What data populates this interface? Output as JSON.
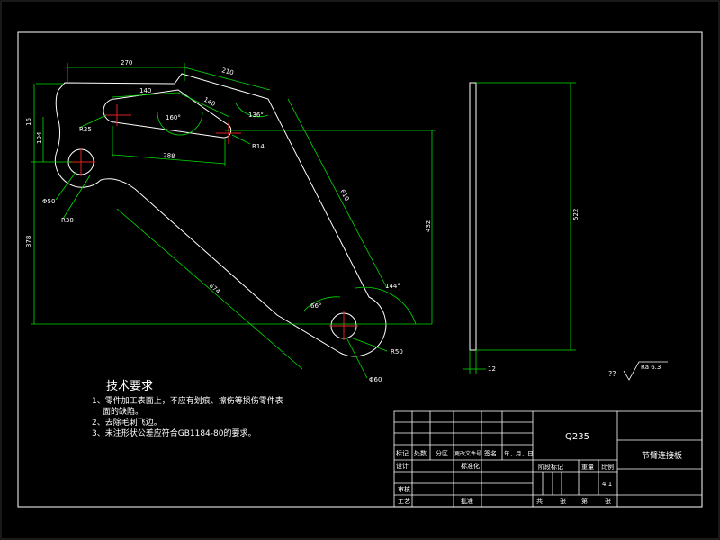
{
  "drawing": {
    "material": "Q235",
    "part_name": "一节臂连接板",
    "scale": "4:1",
    "surface_finish": "Ra 6.3",
    "surface_note": "??"
  },
  "tech_req": {
    "title": "技术要求",
    "items": [
      "1、零件加工表面上，不应有划痕、擦伤等损伤零件表",
      "面的缺陷。",
      "2、去除毛刺飞边。",
      "3、未注形状公差应符合GB1184-80的要求。"
    ]
  },
  "dims": {
    "d270": "270",
    "d210": "210",
    "d140a": "140",
    "d140b": "140",
    "d288": "288",
    "a160": "160°",
    "a136": "136°",
    "r25": "R25",
    "r14": "R14",
    "d16": "16",
    "d104": "104",
    "d378": "378",
    "d50": "Φ50",
    "r38": "R38",
    "d674": "674",
    "a66": "66°",
    "d610": "610",
    "a144": "144°",
    "d432": "432",
    "r50": "R50",
    "d60": "Φ60",
    "d522": "522",
    "d12": "12"
  },
  "title_block": {
    "row_labels": [
      "标记",
      "处数",
      "分区",
      "更改文件号",
      "签名",
      "年、月、日"
    ],
    "designer": "设计",
    "standardize": "标准化",
    "stage_mark": "阶段标记",
    "weight": "重量",
    "scale_label": "比例",
    "review": "审核",
    "process": "工艺",
    "approve": "批准",
    "sheets": [
      "共",
      "张",
      "第",
      "张"
    ]
  }
}
